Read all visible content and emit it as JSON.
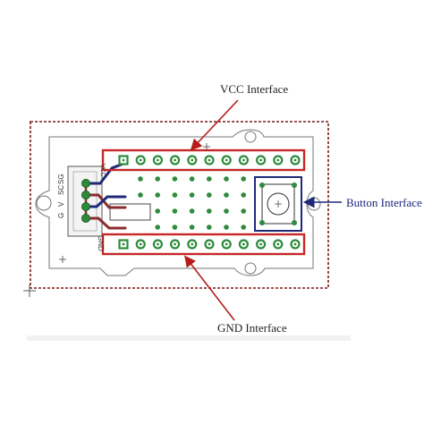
{
  "labels": {
    "vcc": "VCC Interface",
    "gnd": "GND  Interface",
    "button": "Button Interface"
  },
  "board": {
    "pins": [
      "SG",
      "SC",
      "V",
      "G"
    ],
    "vcc_text": "VCC",
    "gnd_text": "GND"
  },
  "colors": {
    "border_dashed": "#7b1a1a",
    "highlight": "#c62828",
    "trace_blue": "#1e2a78",
    "trace_red": "#8b2d2d",
    "pad_green": "#2e8b3d",
    "button_box": "#1e2a78",
    "vcc_arrow": "#b71c1c",
    "gnd_arrow": "#b71c1c",
    "button_arrow": "#1e2a78"
  }
}
